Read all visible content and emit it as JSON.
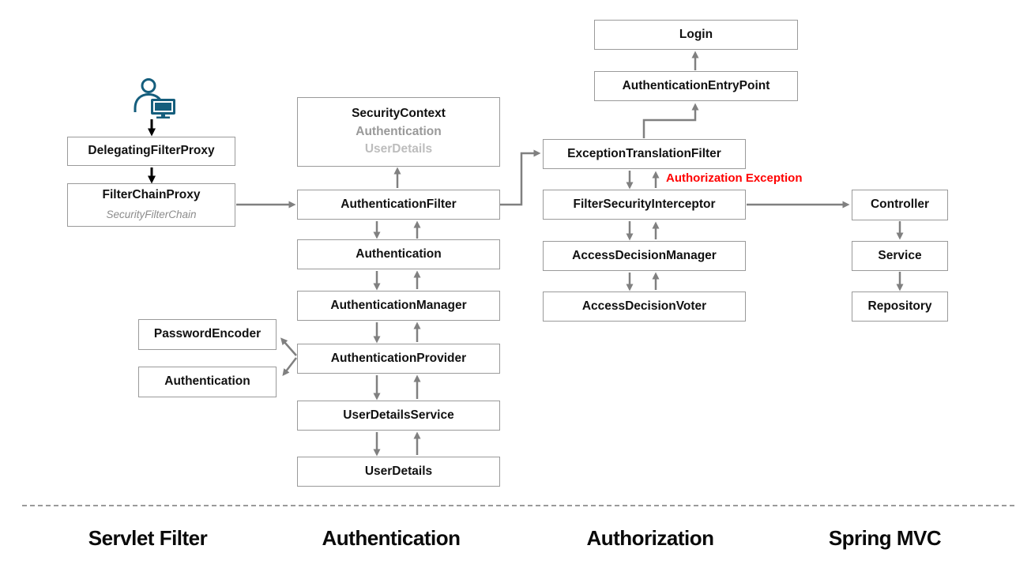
{
  "title": "Spring Security Architecture Diagram",
  "colors": {
    "box_border": "#9a9a9a",
    "arrow": "#808080",
    "text_black": "#111111",
    "muted_gray": "#999999",
    "light_gray": "#bdbdbd",
    "sub_gray": "#8c8c8c",
    "exception_red": "#ff0000",
    "icon_teal": "#155e7d",
    "separator_gray": "#9a9a9a"
  },
  "icons": {
    "client": "user-with-monitor-icon"
  },
  "nodes": {
    "delegating_filter_proxy": {
      "label": "DelegatingFilterProxy"
    },
    "filter_chain_proxy": {
      "label": "FilterChainProxy",
      "sublabel": "SecurityFilterChain"
    },
    "security_context": {
      "lines": [
        "SecurityContext",
        "Authentication",
        "UserDetails"
      ]
    },
    "authentication_filter": {
      "label": "AuthenticationFilter"
    },
    "authentication": {
      "label": "Authentication"
    },
    "authentication_manager": {
      "label": "AuthenticationManager"
    },
    "authentication_provider": {
      "label": "AuthenticationProvider"
    },
    "user_details_service": {
      "label": "UserDetailsService"
    },
    "user_details": {
      "label": "UserDetails"
    },
    "password_encoder": {
      "label": "PasswordEncoder"
    },
    "authentication_side": {
      "label": "Authentication"
    },
    "login": {
      "label": "Login"
    },
    "authentication_entry_point": {
      "label": "AuthenticationEntryPoint"
    },
    "exception_translation_filter": {
      "label": "ExceptionTranslationFilter"
    },
    "filter_security_interceptor": {
      "label": "FilterSecurityInterceptor"
    },
    "access_decision_manager": {
      "label": "AccessDecisionManager"
    },
    "access_decision_voter": {
      "label": "AccessDecisionVoter"
    },
    "controller": {
      "label": "Controller"
    },
    "service": {
      "label": "Service"
    },
    "repository": {
      "label": "Repository"
    }
  },
  "annotations": {
    "authorization_exception": "Authorization Exception"
  },
  "sections": [
    "Servlet Filter",
    "Authentication",
    "Authorization",
    "Spring MVC"
  ],
  "edges": [
    {
      "from": "client",
      "to": "delegating_filter_proxy",
      "style": "black-down"
    },
    {
      "from": "delegating_filter_proxy",
      "to": "filter_chain_proxy",
      "style": "black-down"
    },
    {
      "from": "filter_chain_proxy",
      "to": "authentication_filter",
      "style": "gray-right"
    },
    {
      "from": "authentication_filter",
      "to": "security_context",
      "style": "gray-up"
    },
    {
      "from": "authentication_filter",
      "to": "authentication",
      "style": "gray-bidirectional"
    },
    {
      "from": "authentication",
      "to": "authentication_manager",
      "style": "gray-bidirectional"
    },
    {
      "from": "authentication_manager",
      "to": "authentication_provider",
      "style": "gray-bidirectional"
    },
    {
      "from": "authentication_provider",
      "to": "user_details_service",
      "style": "gray-bidirectional"
    },
    {
      "from": "user_details_service",
      "to": "user_details",
      "style": "gray-bidirectional"
    },
    {
      "from": "authentication_provider",
      "to": "password_encoder",
      "style": "gray-diagonal"
    },
    {
      "from": "authentication_provider",
      "to": "authentication_side",
      "style": "gray-diagonal"
    },
    {
      "from": "authentication_filter",
      "to": "exception_translation_filter",
      "style": "gray-elbow"
    },
    {
      "from": "exception_translation_filter",
      "to": "authentication_entry_point",
      "style": "gray-elbow"
    },
    {
      "from": "authentication_entry_point",
      "to": "login",
      "style": "gray-up"
    },
    {
      "from": "exception_translation_filter",
      "to": "filter_security_interceptor",
      "style": "gray-bidirectional"
    },
    {
      "from": "filter_security_interceptor",
      "to": "access_decision_manager",
      "style": "gray-bidirectional"
    },
    {
      "from": "access_decision_manager",
      "to": "access_decision_voter",
      "style": "gray-bidirectional"
    },
    {
      "from": "filter_security_interceptor",
      "to": "controller",
      "style": "gray-right"
    },
    {
      "from": "controller",
      "to": "service",
      "style": "gray-down"
    },
    {
      "from": "service",
      "to": "repository",
      "style": "gray-down"
    }
  ]
}
